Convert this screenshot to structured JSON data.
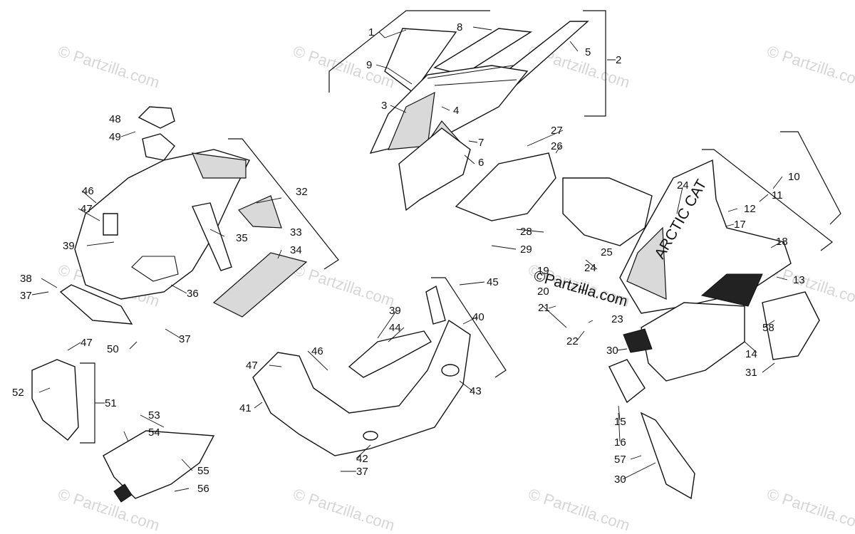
{
  "watermarks": [
    "© Partzilla.com",
    "© Partzilla.com",
    "© Partzilla.com",
    "© Partzilla.com",
    "© Partzilla.com",
    "© Partzilla.com",
    "© Partzilla.com",
    "© Partzilla.com",
    "© Partzilla.com",
    "© Partzilla.com",
    "© Partzilla.com",
    "© Partzilla.com"
  ],
  "center_logo": "©Partzilla.com",
  "decal_text": "ARCTIC CAT",
  "callouts": [
    "1",
    "2",
    "3",
    "4",
    "5",
    "6",
    "7",
    "8",
    "9",
    "10",
    "11",
    "12",
    "13",
    "14",
    "15",
    "16",
    "17",
    "18",
    "19",
    "20",
    "21",
    "22",
    "23",
    "24",
    "24",
    "25",
    "26",
    "27",
    "28",
    "29",
    "30",
    "30",
    "31",
    "32",
    "33",
    "34",
    "35",
    "36",
    "37",
    "37",
    "37",
    "38",
    "39",
    "39",
    "40",
    "41",
    "42",
    "43",
    "44",
    "45",
    "46",
    "46",
    "47",
    "47",
    "47",
    "48",
    "49",
    "50",
    "51",
    "52",
    "53",
    "54",
    "55",
    "56",
    "57",
    "58"
  ]
}
